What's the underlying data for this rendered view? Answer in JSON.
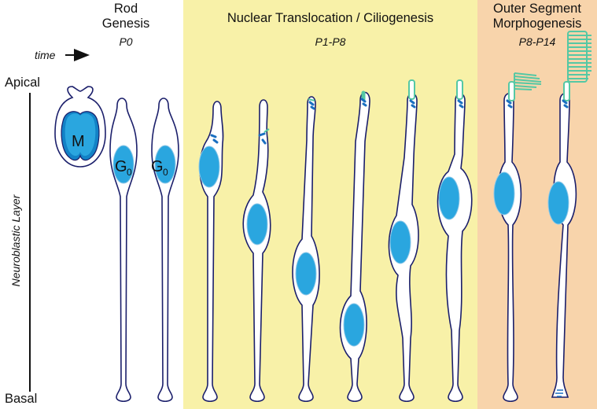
{
  "stages": {
    "rod_genesis": {
      "title_line1": "Rod",
      "title_line2": "Genesis",
      "age": "P0"
    },
    "nuclear": {
      "title": "Nuclear Translocation / Ciliogenesis",
      "age": "P1-P8"
    },
    "outer_segment": {
      "title_line1": "Outer Segment",
      "title_line2": "Morphogenesis",
      "age": "P8-P14"
    }
  },
  "time_label": "time",
  "axis": {
    "top": "Apical",
    "bottom": "Basal",
    "side": "Neuroblastic Layer"
  },
  "cell_labels": {
    "mitotic": "M",
    "g0": "G",
    "g0_sub": "0"
  },
  "colors": {
    "nuclear_bg": "#f8f1a8",
    "os_bg": "#f8d4ab",
    "outline": "#1b1f6b",
    "nucleus": "#2aa6df",
    "nucleus_dark": "#1282c6",
    "cilium": "#55c8a4",
    "basal_body": "#1a6fc0"
  }
}
